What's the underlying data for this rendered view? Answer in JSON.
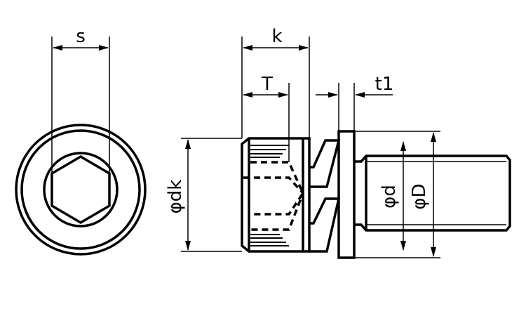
{
  "labels": {
    "s": "s",
    "k": "k",
    "T": "T",
    "t1": "t1",
    "dk": "φdk",
    "d": "φd",
    "D": "φD"
  }
}
